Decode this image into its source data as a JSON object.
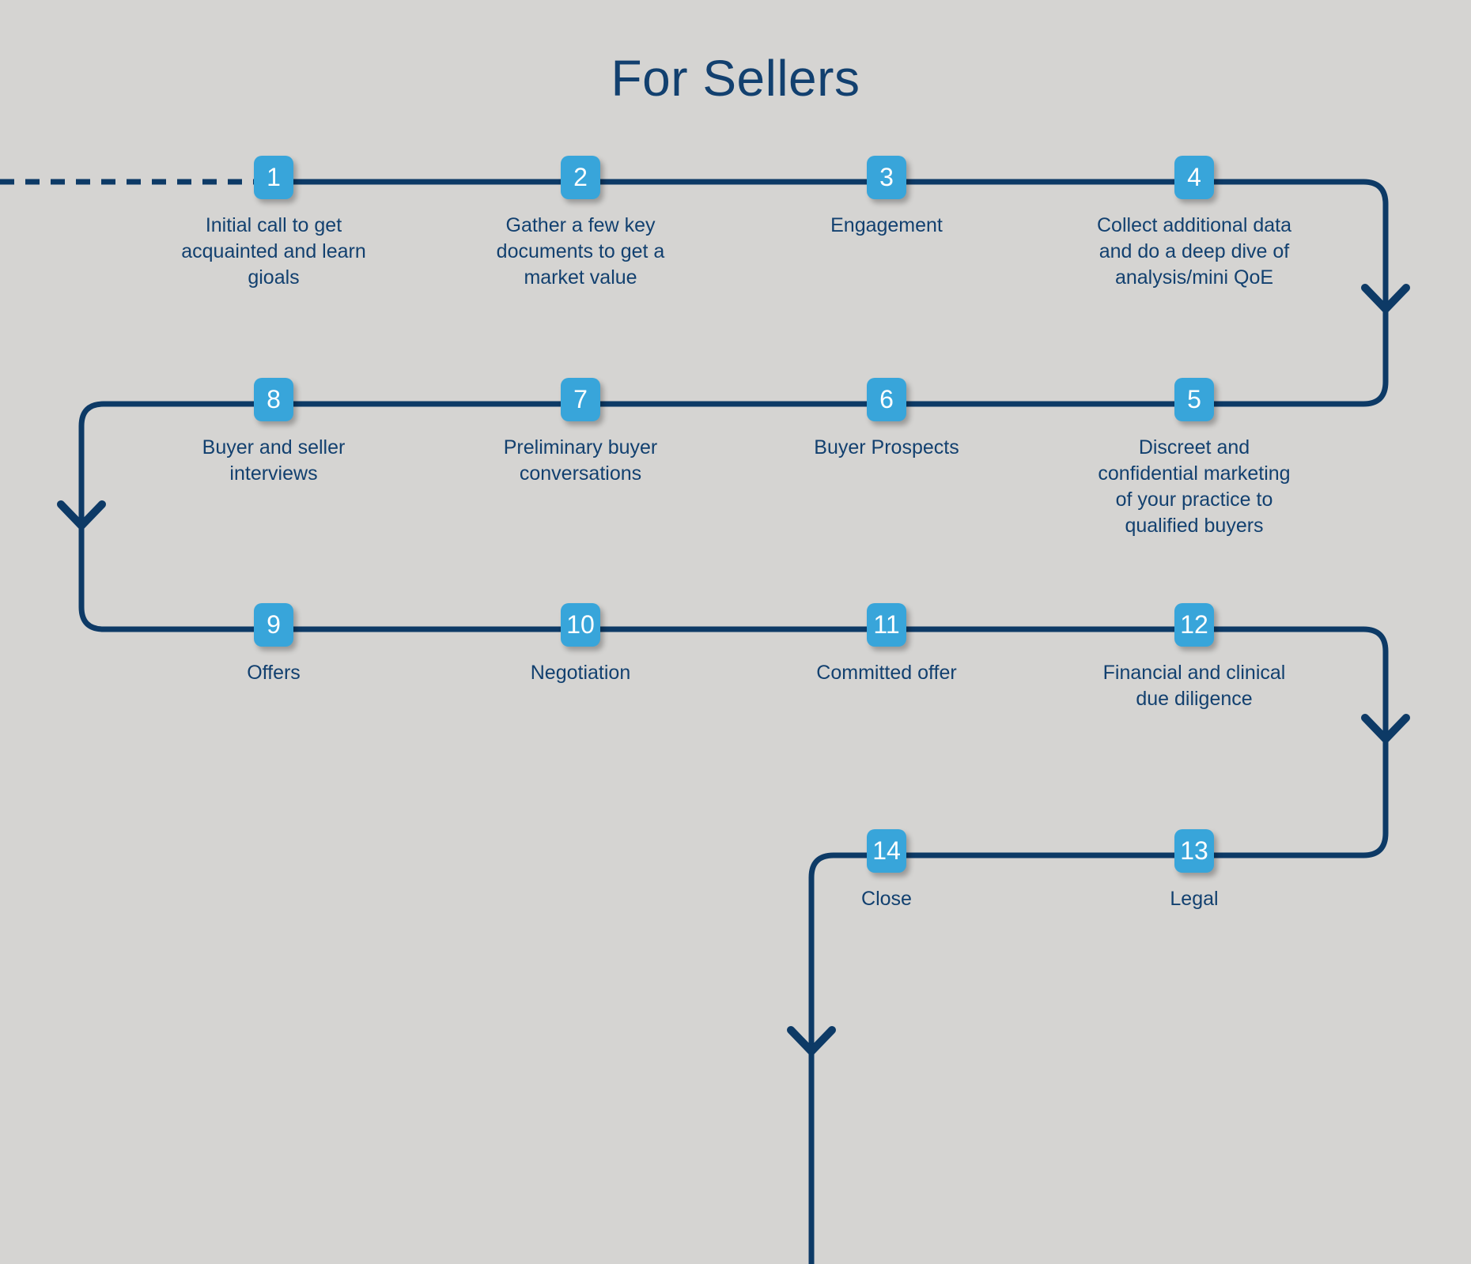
{
  "title": "For Sellers",
  "colors": {
    "background": "#d5d4d2",
    "line_navy": "#0d3a66",
    "badge_blue": "#38a5da",
    "badge_text": "#ffffff",
    "label_text": "#12406f"
  },
  "steps": [
    {
      "number": "1",
      "label": "Initial call to get acquainted and learn gioals",
      "lines": [
        "Initial call to get",
        "acquainted and learn",
        "gioals"
      ]
    },
    {
      "number": "2",
      "label": "Gather a few key documents to get a market value",
      "lines": [
        "Gather a few key",
        "documents to get a",
        "market value"
      ]
    },
    {
      "number": "3",
      "label": "Engagement",
      "lines": [
        "Engagement"
      ]
    },
    {
      "number": "4",
      "label": "Collect additional data and do a deep dive of analysis/mini QoE",
      "lines": [
        "Collect additional data",
        "and do a deep dive of",
        "analysis/mini QoE"
      ]
    },
    {
      "number": "5",
      "label": "Discreet and confidential marketing of your practice to qualified buyers",
      "lines": [
        "Discreet and",
        "confidential marketing",
        "of your practice to",
        "qualified buyers"
      ]
    },
    {
      "number": "6",
      "label": "Buyer Prospects",
      "lines": [
        "Buyer Prospects"
      ]
    },
    {
      "number": "7",
      "label": "Preliminary buyer conversations",
      "lines": [
        "Preliminary buyer",
        "conversations"
      ]
    },
    {
      "number": "8",
      "label": "Buyer and seller interviews",
      "lines": [
        "Buyer and seller",
        "interviews"
      ]
    },
    {
      "number": "9",
      "label": "Offers",
      "lines": [
        "Offers"
      ]
    },
    {
      "number": "10",
      "label": "Negotiation",
      "lines": [
        "Negotiation"
      ]
    },
    {
      "number": "11",
      "label": "Committed offer",
      "lines": [
        "Committed offer"
      ]
    },
    {
      "number": "12",
      "label": "Financial and clinical due diligence",
      "lines": [
        "Financial and clinical",
        "due diligence"
      ]
    },
    {
      "number": "13",
      "label": "Legal",
      "lines": [
        "Legal"
      ]
    },
    {
      "number": "14",
      "label": "Close",
      "lines": [
        "Close"
      ]
    }
  ]
}
